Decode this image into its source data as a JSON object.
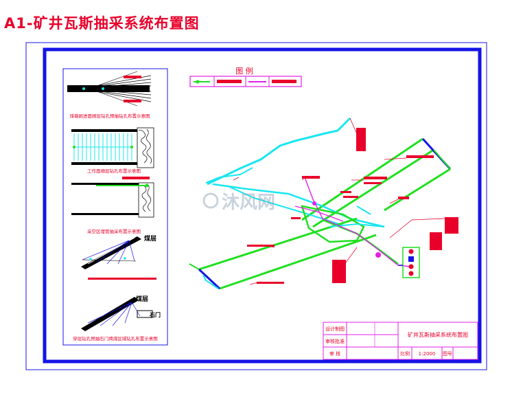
{
  "page_title": "A1-矿井瓦斯抽采系统布置图",
  "legend": {
    "title": "图  例"
  },
  "side_panels": {
    "panel1_caption": "煤巷掘进面顺层钻孔预抽钻孔布置示意图",
    "panel2_caption": "工作面顺层钻孔布置示意图",
    "panel3_caption": "采空区埋管抽采布置示意图",
    "panel4_label": "煤层",
    "panel5_label": "煤层",
    "panel5_label2": "石门",
    "panel5_caption": "穿层钻孔预抽石门揭煤区域钻孔布置示意图"
  },
  "title_block": {
    "row1_label": "设计制图",
    "row2_label": "审核批准",
    "row3_label": "审  核",
    "drawing_name": "矿井瓦斯抽采系统布置图",
    "scale_label": "比例",
    "scale_value": "1:2000",
    "number_label": "图号"
  },
  "watermark": "沐风网",
  "colors": {
    "frame_blue": "#1414e6",
    "tunnel_green": "#1fe01f",
    "tunnel_cyan": "#19e6f0",
    "pipe_magenta": "#e21fe6",
    "annotation_red": "#e8002a"
  }
}
